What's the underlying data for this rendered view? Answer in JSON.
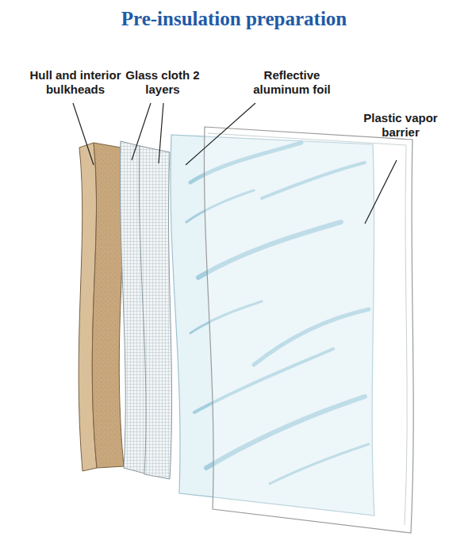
{
  "diagram": {
    "title": "Pre-insulation preparation",
    "labels": [
      "Hull and interior bulkheads",
      "Glass cloth 2 layers",
      "Reflective aluminum foil",
      "Plastic vapor barrier"
    ]
  }
}
